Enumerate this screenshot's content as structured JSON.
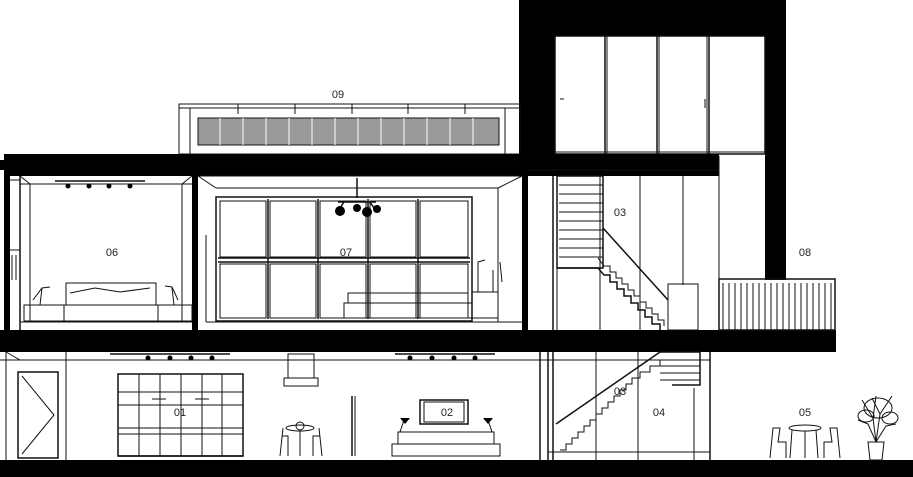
{
  "drawing": {
    "labels": {
      "r01": "01",
      "r02": "02",
      "r03a": "03",
      "r03b": "03",
      "r04": "04",
      "r05": "05",
      "r06": "06",
      "r07": "07",
      "r08": "08",
      "r09": "09"
    },
    "colors": {
      "ink": "#000000",
      "paper": "#ffffff",
      "louvre": "#9a9a9a"
    }
  }
}
